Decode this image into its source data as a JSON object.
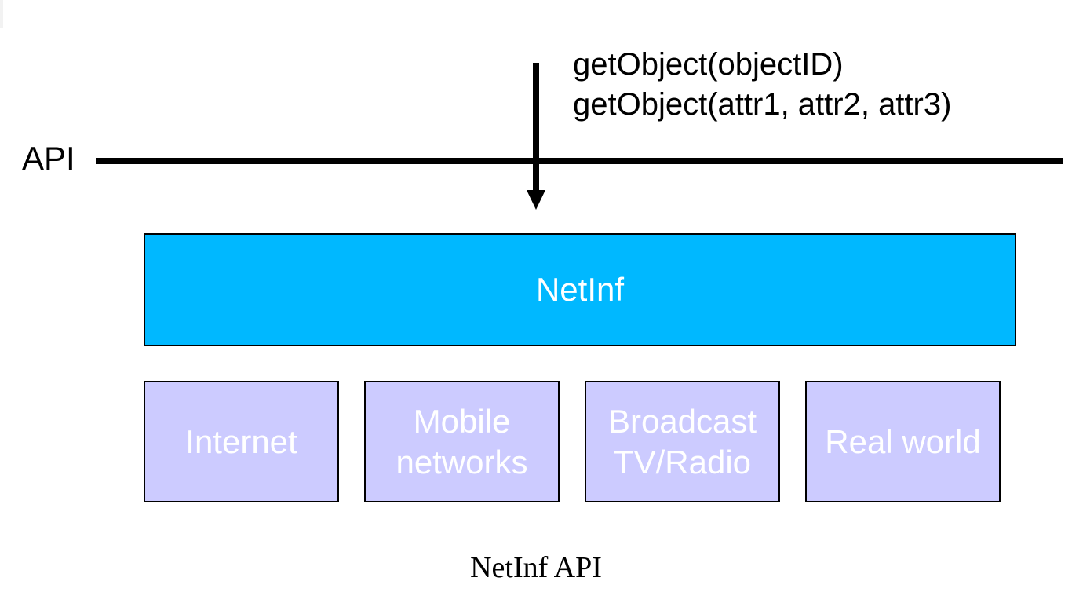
{
  "api_label": "API",
  "calls": [
    "getObject(objectID)",
    "getObject(attr1, attr2, attr3)"
  ],
  "netinf_label": "NetInf",
  "networks": [
    {
      "lines": [
        "Internet"
      ]
    },
    {
      "lines": [
        "Mobile",
        "networks"
      ]
    },
    {
      "lines": [
        "Broadcast",
        "TV/Radio"
      ]
    },
    {
      "lines": [
        "Real world"
      ]
    }
  ],
  "caption": "NetInf API",
  "colors": {
    "netinf_fill": "#00b8ff",
    "network_fill": "#cccbff",
    "line": "#000000",
    "box_text": "#ffffff"
  }
}
